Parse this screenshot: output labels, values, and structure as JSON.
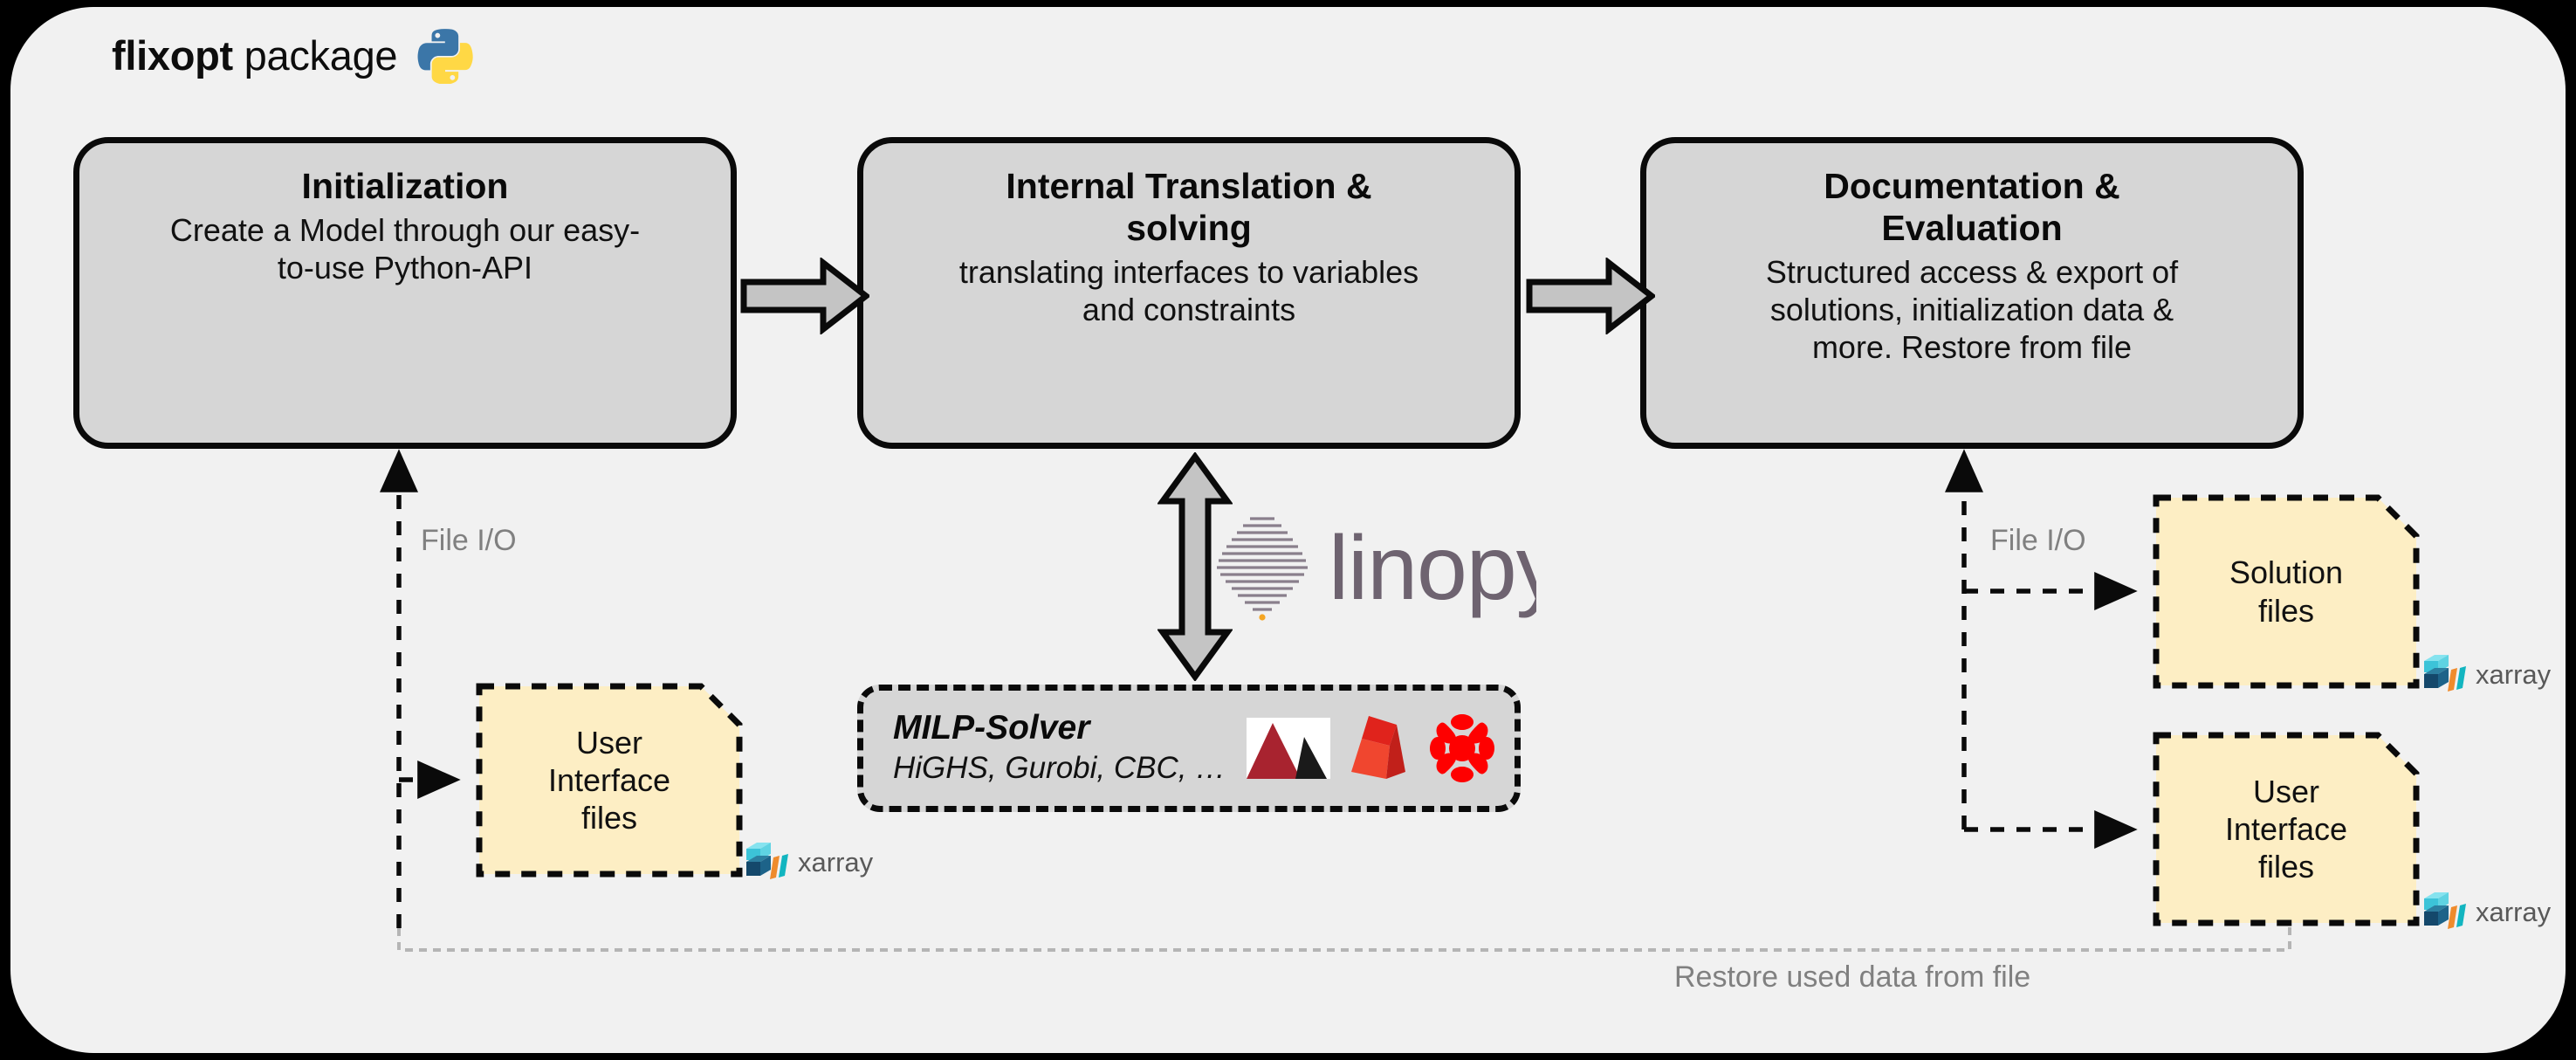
{
  "header": {
    "title_bold": "flixopt",
    "title_light": " package",
    "python_icon": "python-logo-icon"
  },
  "stages": [
    {
      "id": "initialization",
      "title": "Initialization",
      "description": "Create a Model through our easy-\nto-use Python-API"
    },
    {
      "id": "internal-translation-solving",
      "title": "Internal Translation &\nsolving",
      "description": "translating interfaces to variables\nand constraints"
    },
    {
      "id": "documentation-evaluation",
      "title": "Documentation &\nEvaluation",
      "description": "Structured access & export of\nsolutions, initialization data &\nmore. Restore from file"
    }
  ],
  "flow_arrows": [
    {
      "name": "arrow-init-to-translation",
      "direction": "right"
    },
    {
      "name": "arrow-translation-to-documentation",
      "direction": "right"
    },
    {
      "name": "arrow-translation-to-solver",
      "direction": "up-down"
    }
  ],
  "linopy": {
    "wordmark": "linopy",
    "icon": "linopy-diamond-icon",
    "text_color": "#6e6370",
    "accent_color": "#f5a623"
  },
  "milp_solver": {
    "title": "MILP-Solver",
    "subtitle": "HiGHS, Gurobi, CBC, …",
    "logos": [
      {
        "name": "highs-logo-icon",
        "colors": [
          "#a8232f",
          "#1a1a1a"
        ]
      },
      {
        "name": "gurobi-logo-icon",
        "colors": [
          "#e8322b",
          "#c1201a",
          "#f05a3c"
        ]
      },
      {
        "name": "cbc-logo-icon",
        "colors": [
          "#fe0000"
        ]
      }
    ]
  },
  "files": [
    {
      "id": "user-interface-files-left",
      "label": "User\nInterface\nfiles",
      "fill": "#fdeec4",
      "xarray_label": "xarray"
    },
    {
      "id": "solution-files",
      "label": "Solution\nfiles",
      "fill": "#fdeec4",
      "xarray_label": "xarray"
    },
    {
      "id": "user-interface-files-right",
      "label": "User\nInterface\nfiles",
      "fill": "#fdeec4",
      "xarray_label": "xarray"
    }
  ],
  "connector_labels": {
    "file_io_left": "File I/O",
    "file_io_right": "File I/O",
    "restore": "Restore used data from file"
  },
  "colors": {
    "panel_background": "#f1f1f1",
    "outer_background": "#000000",
    "stage_fill": "#d6d6d6",
    "stage_stroke": "#0a0a0a",
    "file_fill": "#fdeec4",
    "muted_text": "#808080",
    "dashed_stroke": "#0a0a0a",
    "restore_line": "#b5b5b5"
  }
}
